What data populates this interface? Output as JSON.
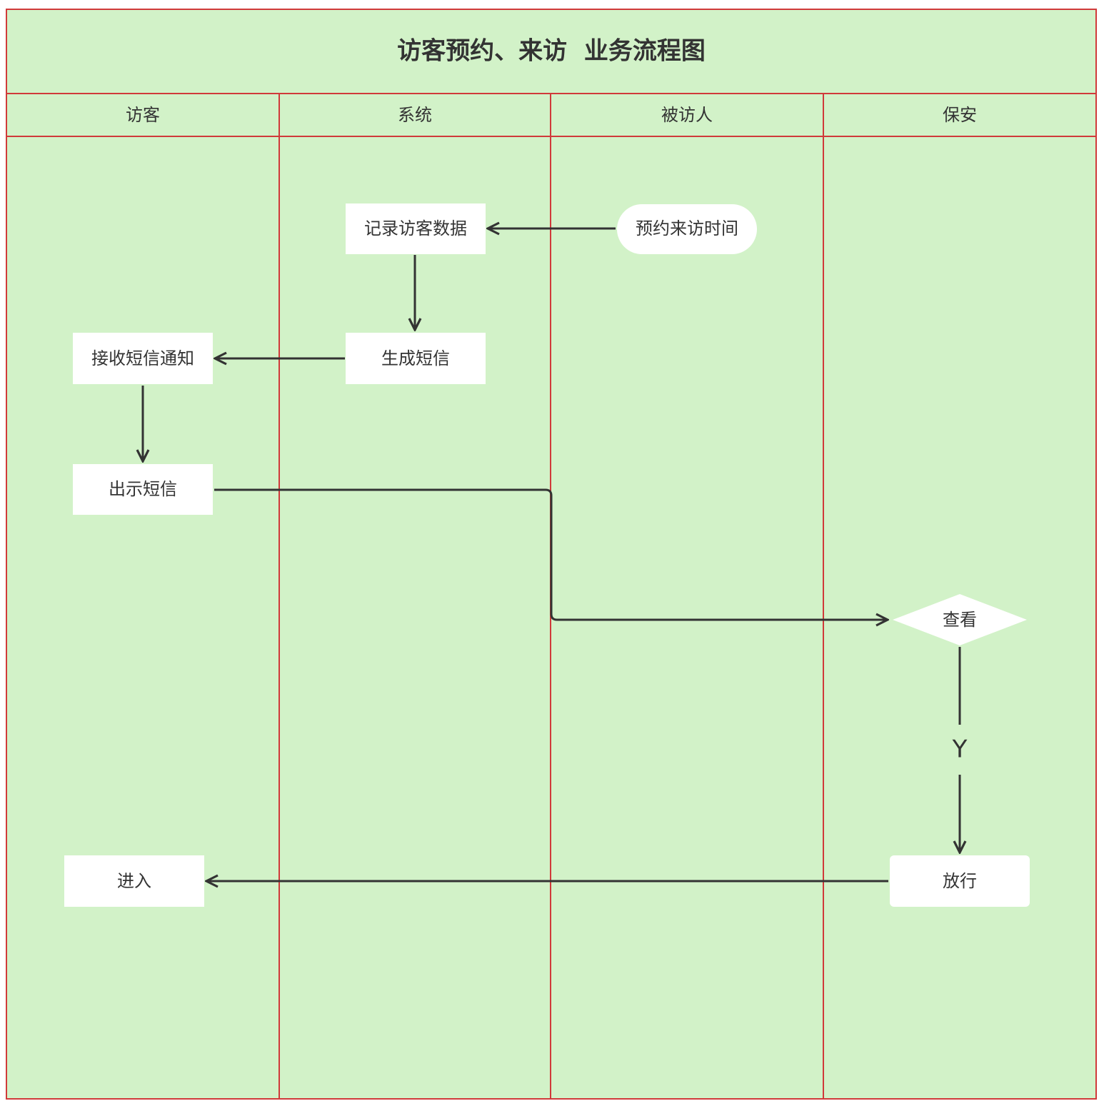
{
  "title": "访客预约、来访  业务流程图",
  "lanes": [
    "访客",
    "系统",
    "被访人",
    "保安"
  ],
  "nodes": {
    "reserve_time": "预约来访时间",
    "record_data": "记录访客数据",
    "generate_sms": "生成短信",
    "receive_sms": "接收短信通知",
    "show_sms": "出示短信",
    "check": "查看",
    "release": "放行",
    "enter": "进入"
  },
  "edge_labels": {
    "check_to_release": "Y"
  },
  "colors": {
    "background": "#d2f2c8",
    "lane_border": "#d03a3a",
    "node_fill": "#ffffff",
    "connector": "#333333",
    "text": "#333333"
  }
}
